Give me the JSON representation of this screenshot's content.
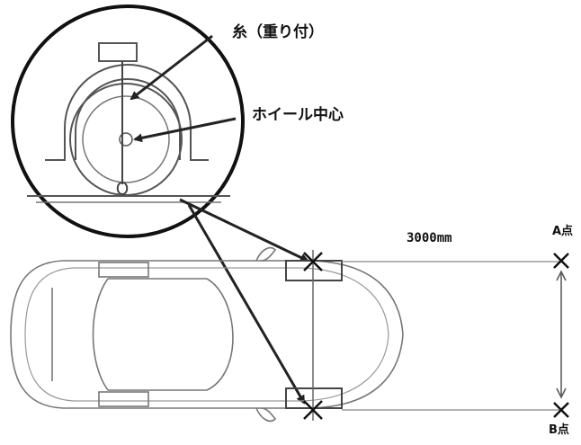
{
  "labels": {
    "thread": "糸（重り付）",
    "wheel_center": "ホイール中心",
    "distance": "3000mm",
    "point_a": "A点",
    "point_b": "B点"
  },
  "colors": {
    "line": "#555555",
    "arrow": "#222222",
    "text": "#111111"
  }
}
